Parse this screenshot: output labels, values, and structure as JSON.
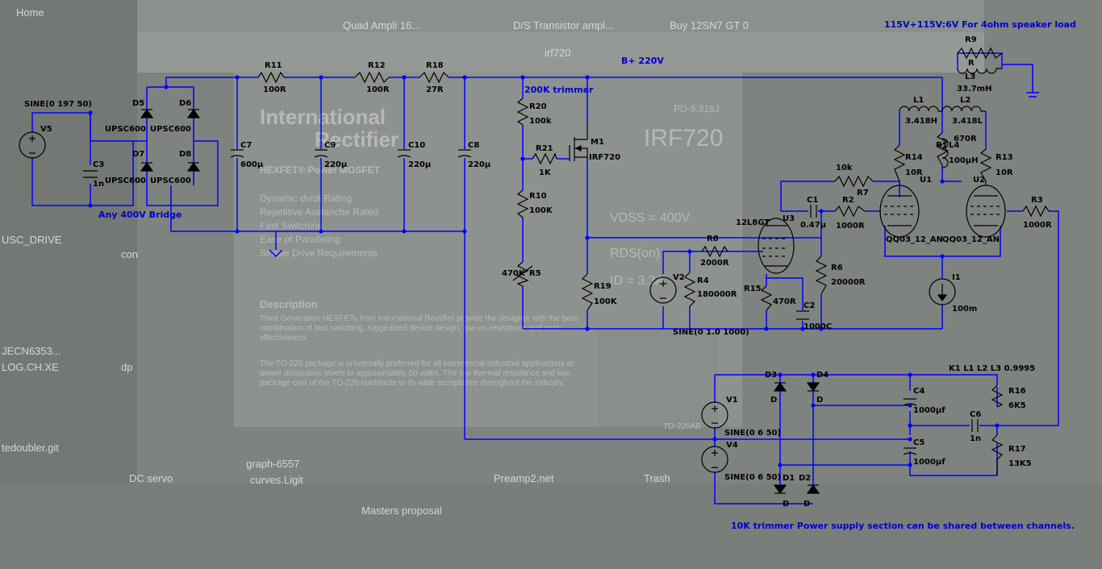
{
  "background": {
    "desktop_items": [
      {
        "key": "home",
        "label": "Home"
      },
      {
        "key": "usc",
        "label": "USC_DRIVE"
      },
      {
        "key": "con",
        "label": "con"
      },
      {
        "key": "jecn",
        "label": "JECN6353..."
      },
      {
        "key": "log",
        "label": "LOG.CH.XE"
      },
      {
        "key": "dp",
        "label": "dp"
      },
      {
        "key": "dbl",
        "label": "tedoubler.git"
      },
      {
        "key": "dc",
        "label": "DC servo"
      },
      {
        "key": "curves",
        "label": "curves.Ligit"
      },
      {
        "key": "masters",
        "label": "Masters proposal"
      },
      {
        "key": "preamp",
        "label": "Preamp2.net"
      },
      {
        "key": "trash",
        "label": "Trash"
      },
      {
        "key": "graph",
        "label": "graph-6557"
      }
    ],
    "browser_tabs": [
      {
        "key": "tab1",
        "label": "Quad Ampli 16..."
      },
      {
        "key": "tab2",
        "label": "D/S Transistor ampl..."
      },
      {
        "key": "tab3",
        "label": "Buy 12SN7 GT 0"
      },
      {
        "key": "tab4",
        "label": "irf720"
      }
    ],
    "datasheet": {
      "part_code": "PD-9.316J",
      "brand_top": "International",
      "brand_bottom": "Rectifier",
      "product_line": "HEXFET® Power MOSFET",
      "part": "IRF720",
      "features": [
        "Dynamic dv/dt Rating",
        "Repetitive Avalanche Rated",
        "Fast Switching",
        "Ease of Paralleling",
        "Simple Drive Requirements"
      ],
      "vdss": "VDSS = 400V",
      "rds": "RDS(on)",
      "id": "ID = 3.3A",
      "description_title": "Description",
      "description_1": "Third Generation HEXFETs from International Rectifier provide the designer with the best combination of fast switching, ruggedized device design, low on-resistance and cost-effectiveness.",
      "description_2": "The TO-220 package is universally preferred for all commercial-industrial applications at power dissipation levels to approximately 50 watts. The low thermal resistance and low package cost of the TO-220 contribute to its wide acceptance throughout the industry.",
      "package": "TO-220AB"
    }
  },
  "schematic": {
    "labels": {
      "v5": "V5",
      "v5_value": "SINE(0 197 50)",
      "c3": "C3",
      "c3_value": "1n",
      "d5": "D5",
      "d6": "D6",
      "d7": "D7",
      "d8": "D8",
      "d5_model": "UPSC600",
      "d6_model": "UPSC600",
      "d7_model": "UPSC600",
      "d8_model": "UPSC600",
      "bridge_note": "Any 400V Bridge",
      "c7": "C7",
      "c7_value": "600µ",
      "c9": "C9",
      "c9_value": "220µ",
      "c10": "C10",
      "c10_value": "220µ",
      "c8": "C8",
      "c8_value": "220µ",
      "r11": "R11",
      "r11_value": "100R",
      "r12": "R12",
      "r12_value": "100R",
      "r18": "R18",
      "r18_value": "27R",
      "bplus": "B+ 220V",
      "trimmer_note": "200K trimmer",
      "r20": "R20",
      "r20_value": "100k",
      "m1": "M1",
      "m1_model": "IRF720",
      "r21": "R21",
      "r21_value": "1K",
      "r10": "R10",
      "r10_value": "100K",
      "r5": "R5",
      "r5_value": "470K",
      "r19": "R19",
      "r19_value": "100K",
      "v2": "V2",
      "v2_value": "SINE(0 1.0 1000)",
      "r4": "R4",
      "r4_value": "180000R",
      "r8": "R8",
      "r8_value": "2000R",
      "u3": "U3",
      "u3_model": "12L8GT",
      "r15": "R15",
      "r15_value": "470R",
      "c2": "C2",
      "c2_value": "1000C",
      "c1": "C1",
      "c1_value": "0.47µ",
      "r2": "R2",
      "r2_value": "1000R",
      "r6": "R6",
      "r6_value": "20000R",
      "r7": "R7",
      "r7_value": "10k",
      "top_note": "115V+115V:6V For 4ohm speaker load",
      "r9": "R9",
      "l3": "L3",
      "l3_value": "33.7mH",
      "r9_small": "R",
      "l1": "L1",
      "l1_value": "3.418H",
      "l2": "L2",
      "l2_value": "3.418L",
      "r1": "R1",
      "r1_value": "670R",
      "l4": "L4",
      "l4_value": "100µH",
      "r14": "R14",
      "r14_value": "10R",
      "r13": "R13",
      "r13_value": "10R",
      "u1": "U1",
      "u2": "U2",
      "u1_model": "QQ03_12_AN",
      "u2_model": "QQ03_12_AN",
      "r3": "R3",
      "r3_value": "1000R",
      "i1": "I1",
      "i1_value": "100m",
      "coupling": "K1 L1 L2 L3 0.9995",
      "d3": "D3",
      "d4": "D4",
      "d1": "D1",
      "d2": "D2",
      "d3_model": "D",
      "d4_model": "D",
      "d1_model": "D",
      "d2_model": "D",
      "v1": "V1",
      "v1_value": "SINE(0 6 50)",
      "v4": "V4",
      "v4_value": "SINE(0 6 50)",
      "c4": "C4",
      "c4_value": "1000µf",
      "c5": "C5",
      "c5_value": "1000µf",
      "c6": "C6",
      "c6_value": "1n",
      "r16": "R16",
      "r16_value": "6K5",
      "r17": "R17",
      "r17_value": "13K5",
      "bottom_note": "10K trimmer Power supply section can be shared between channels."
    }
  }
}
